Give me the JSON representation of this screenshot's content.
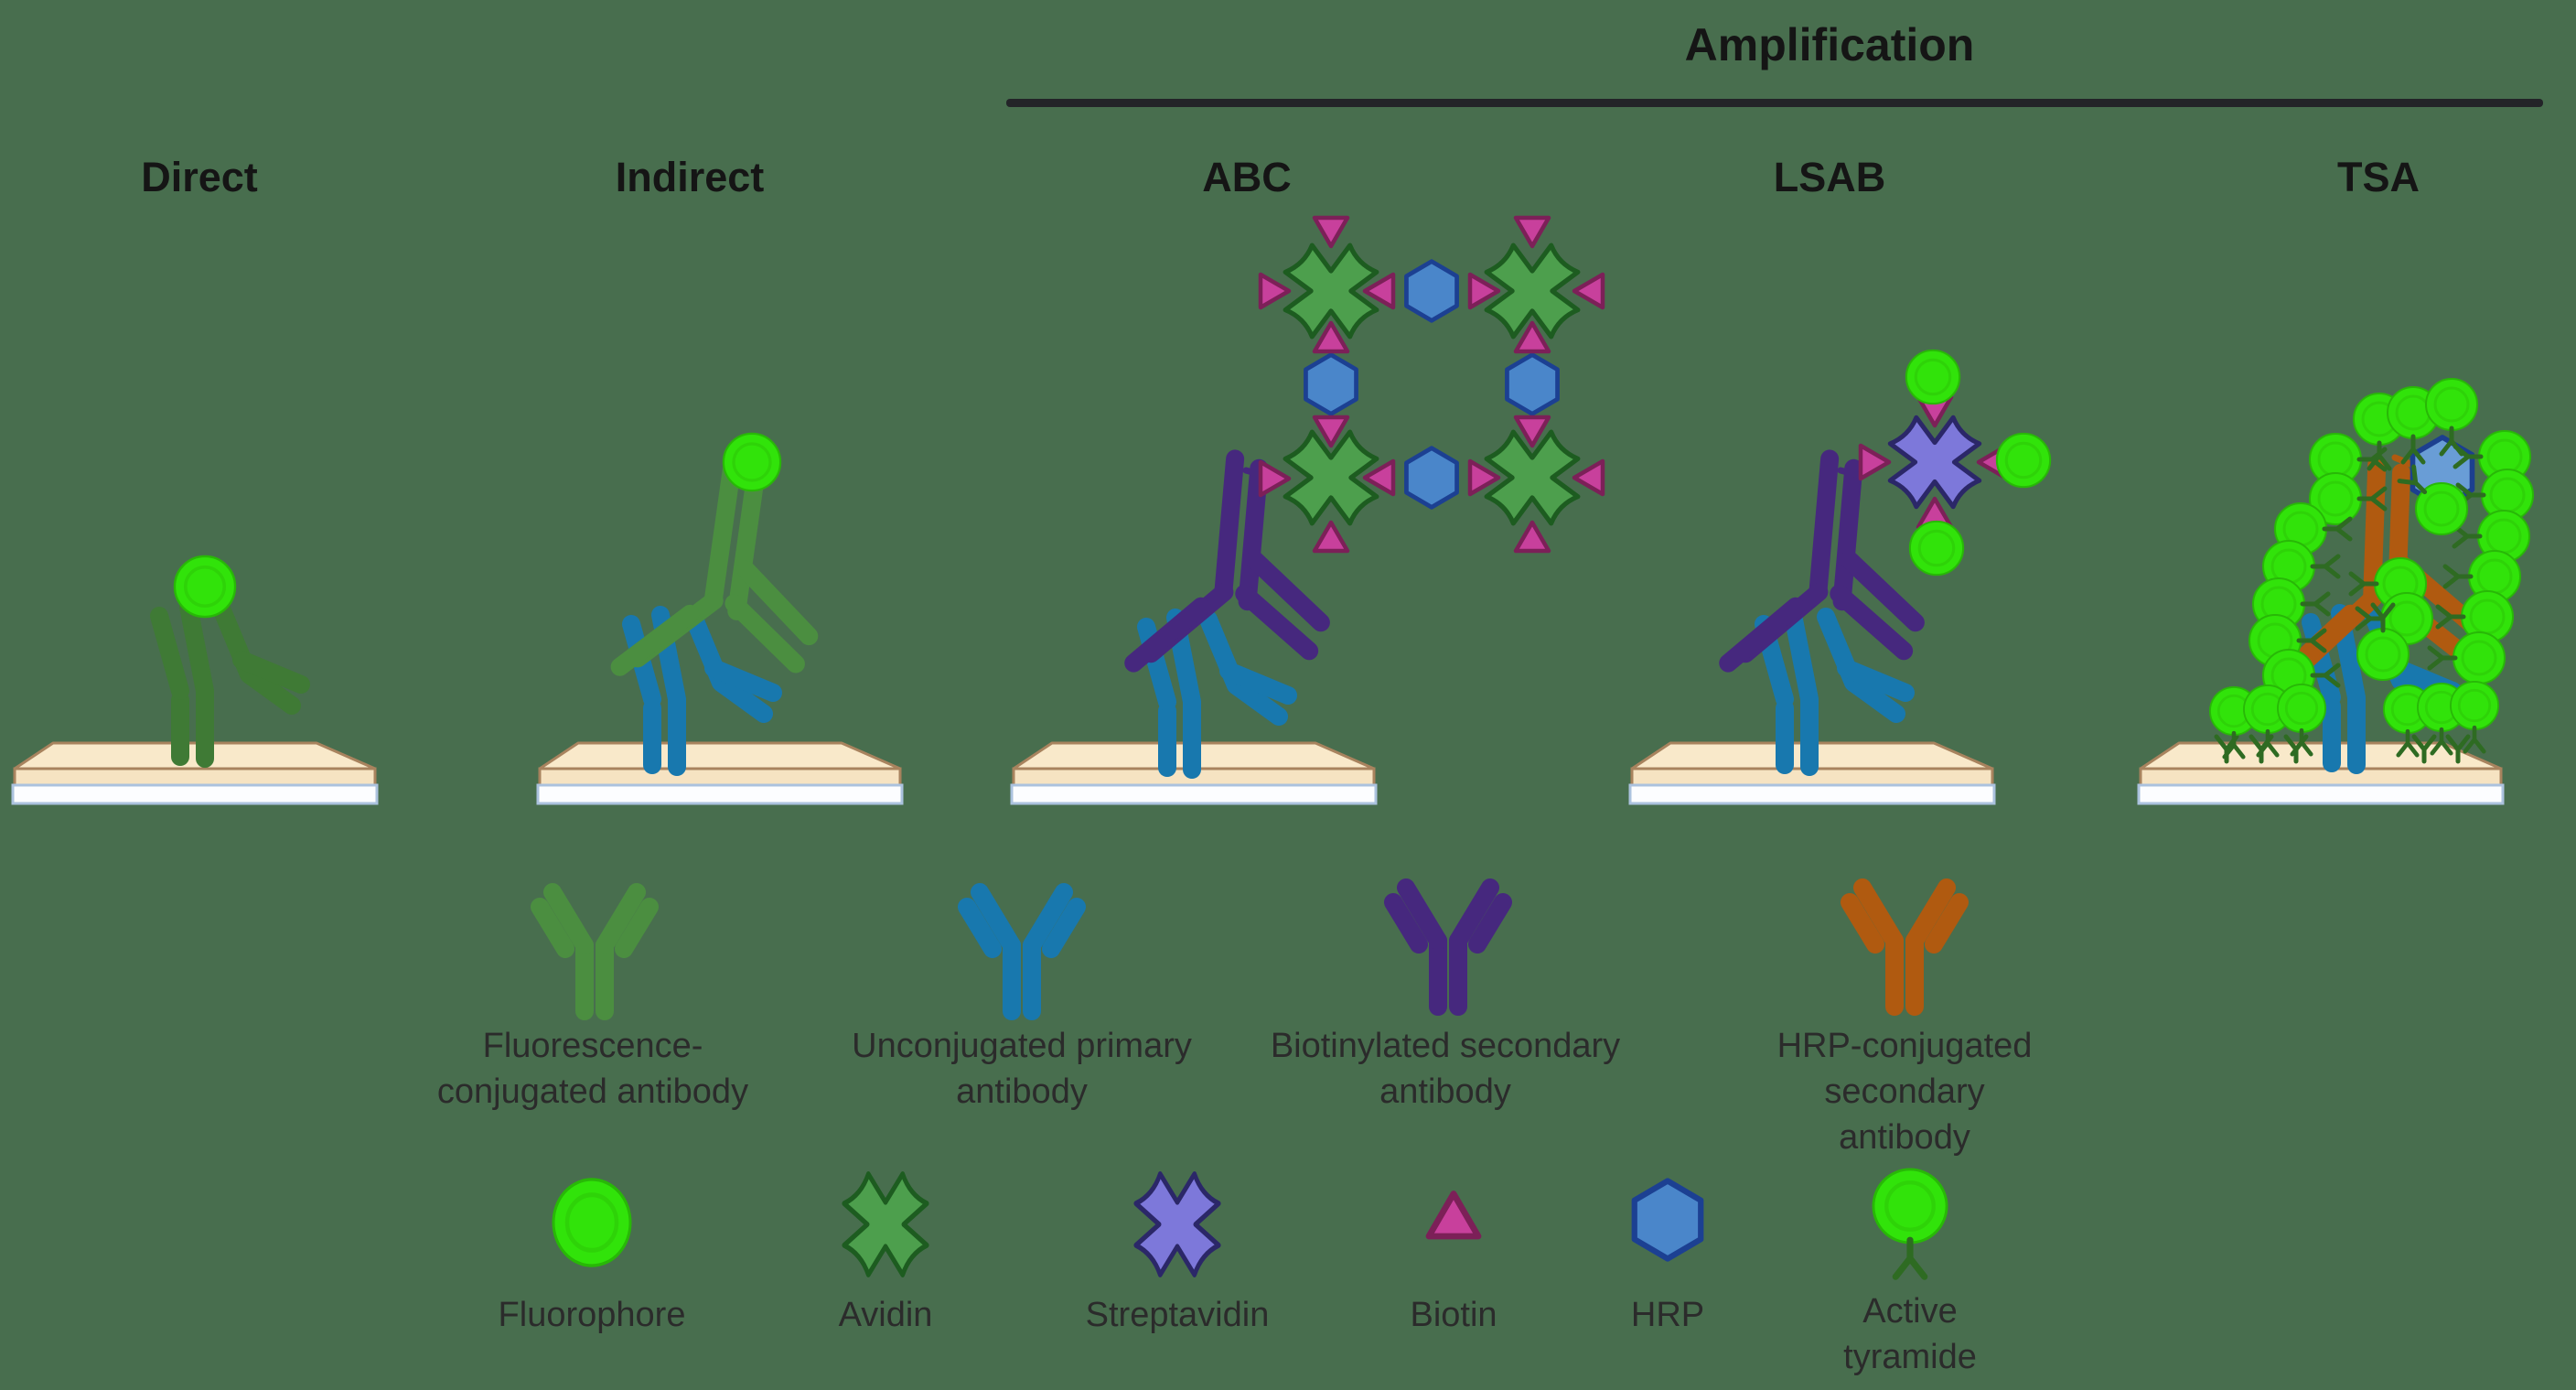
{
  "header": {
    "title": "Amplification"
  },
  "columns": [
    "Direct",
    "Indirect",
    "ABC",
    "LSAB",
    "TSA"
  ],
  "legend_antibodies": [
    {
      "line1": "Fluorescence-",
      "line2": "conjugated antibody",
      "color": "#4b8e40"
    },
    {
      "line1": "Unconjugated primary",
      "line2": "antibody",
      "color": "#1878ae"
    },
    {
      "line1": "Biotinylated secondary",
      "line2": "antibody",
      "color": "#46287e"
    },
    {
      "line1": "HRP-conjugated secondary",
      "line2": "antibody",
      "color": "#b05a10"
    }
  ],
  "legend_molecules": [
    {
      "label": "Fluorophore",
      "color": "#31e30a"
    },
    {
      "label": "Avidin",
      "color": "#4d9f4d"
    },
    {
      "label": "Streptavidin",
      "color": "#7d78da"
    },
    {
      "label": "Biotin",
      "color": "#c8409c"
    },
    {
      "label": "HRP",
      "color": "#4a86ca"
    },
    {
      "line1": "Active",
      "line2": "tyramide",
      "label": "Active tyramide",
      "color": "#31e30a"
    }
  ],
  "palette": {
    "background": "#486e4e",
    "rule": "#232428",
    "header_text": "#151515",
    "label_text": "#2b2b2b",
    "antibody_direct": "#3f7a35",
    "antibody_secondary_green": "#4b8e40",
    "antibody_blue": "#1878ae",
    "antibody_purple": "#46287e",
    "antibody_orange": "#b05a10",
    "fluorophore": "#31e30a",
    "fluorophore_ring": "#28b807",
    "avidin_fill": "#4d9f4d",
    "avidin_stroke": "#1d5c20",
    "streptavidin_fill": "#7d78da",
    "streptavidin_stroke": "#2b2768",
    "biotin_fill": "#c8409c",
    "biotin_stroke": "#7c2058",
    "hrp_fill": "#4a86ca",
    "hrp_stroke": "#1c4092",
    "hrp_tsa_fill": "#699dd6",
    "hrp_tsa_stroke": "#1c3f8f",
    "tyramide_stem": "#2e6b22",
    "slide_top": "#f9e9ca",
    "slide_front": "#f6e3c2",
    "slide_border": "#a8835e",
    "slide_glass": "#fcfdff",
    "slide_glass_border": "#abc2de"
  }
}
